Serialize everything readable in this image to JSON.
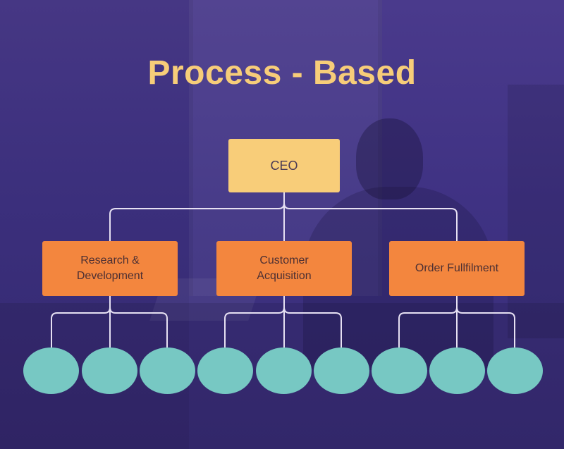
{
  "title": "Process - Based",
  "root": {
    "label": "CEO"
  },
  "departments": [
    {
      "label": "Research & Development",
      "members": 3
    },
    {
      "label": "Customer Acquisition",
      "members": 3
    },
    {
      "label": "Order Fullfilment",
      "members": 3
    }
  ],
  "colors": {
    "background": "#3f3283",
    "title": "#f7cd79",
    "root_box": "#f8cd79",
    "department_box": "#f3863e",
    "member_circle": "#77c8c3",
    "connector": "#e6e0f2"
  }
}
